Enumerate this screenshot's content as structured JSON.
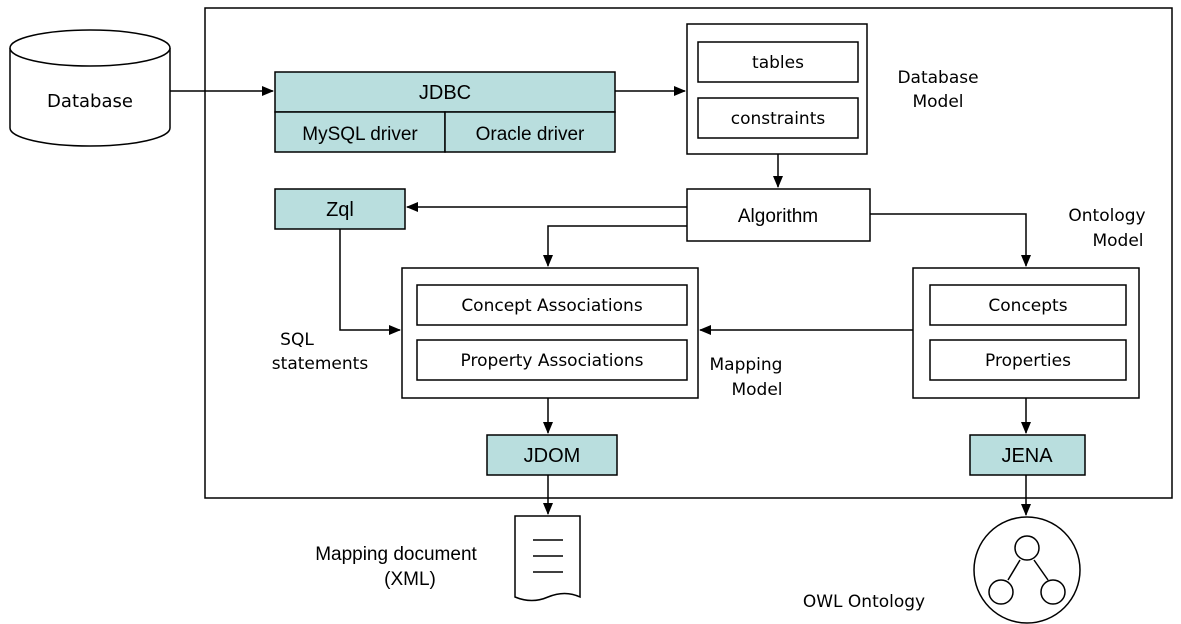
{
  "nodes": {
    "database": "Database",
    "jdbc": "JDBC",
    "mysql_driver": "MySQL driver",
    "oracle_driver": "Oracle driver",
    "tables": "tables",
    "constraints": "constraints",
    "database_model_line1": "Database",
    "database_model_line2": "Model",
    "zql": "Zql",
    "algorithm": "Algorithm",
    "ontology_model_line1": "Ontology",
    "ontology_model_line2": "Model",
    "concept_associations": "Concept Associations",
    "property_associations": "Property Associations",
    "sql_statements_line1": "SQL",
    "sql_statements_line2": "statements",
    "mapping_model_line1": "Mapping",
    "mapping_model_line2": "Model",
    "concepts": "Concepts",
    "properties": "Properties",
    "jdom": "JDOM",
    "jena": "JENA",
    "mapping_document_line1": "Mapping document",
    "mapping_document_line2": "(XML)",
    "owl_ontology": "OWL Ontology"
  },
  "colors": {
    "component_fill": "#b9dede",
    "stroke": "#000000",
    "background": "#ffffff"
  },
  "icons": [
    "database-cylinder-icon",
    "document-icon",
    "ontology-graph-icon"
  ]
}
